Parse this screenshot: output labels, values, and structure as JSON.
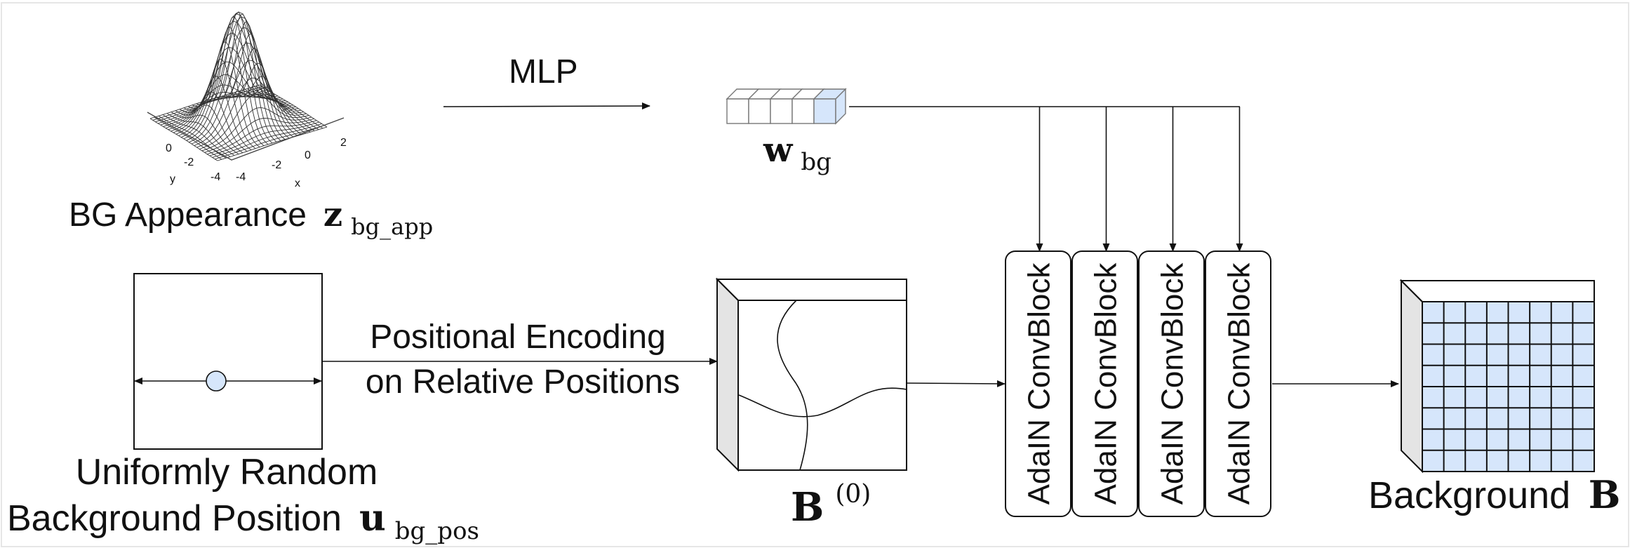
{
  "labels": {
    "mlp": "MLP",
    "bg_appearance": "BG Appearance",
    "z_symbol": "z",
    "z_sub": "bg_app",
    "w_symbol": "w",
    "w_sub": "bg",
    "pos_enc_line1": "Positional Encoding",
    "pos_enc_line2": "on Relative Positions",
    "uniform_line1": "Uniformly Random",
    "uniform_line2": "Background Position",
    "u_symbol": "u",
    "u_sub": "bg_pos",
    "b0_symbol": "B",
    "b0_sup": "(0)",
    "background_label": "Background",
    "background_symbol": "B"
  },
  "gaussian_plot": {
    "y_ticks": [
      "0",
      "-2",
      "-4"
    ],
    "x_ticks": [
      "-4",
      "-2",
      "0",
      "2"
    ],
    "x_axis": "x",
    "y_axis": "y"
  },
  "conv_blocks": [
    "AdaIN ConvBlock",
    "AdaIN ConvBlock",
    "AdaIN ConvBlock",
    "AdaIN ConvBlock"
  ],
  "colors": {
    "accent_fill": "#d6e6fb",
    "side_fill": "#e4e4e4",
    "stroke": "#111111"
  }
}
